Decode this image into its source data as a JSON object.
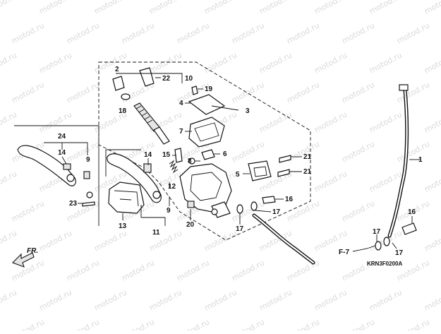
{
  "diagram": {
    "diagram_code": "KRN3F0200A",
    "direction_label": "FR.",
    "section_ref": "F-7",
    "callouts": [
      "1",
      "2",
      "3",
      "4",
      "5",
      "6",
      "7",
      "8",
      "9",
      "10",
      "11",
      "12",
      "13",
      "14",
      "15",
      "16",
      "17",
      "18",
      "19",
      "20",
      "21",
      "22",
      "23",
      "24"
    ],
    "watermark": "motod.ru"
  }
}
